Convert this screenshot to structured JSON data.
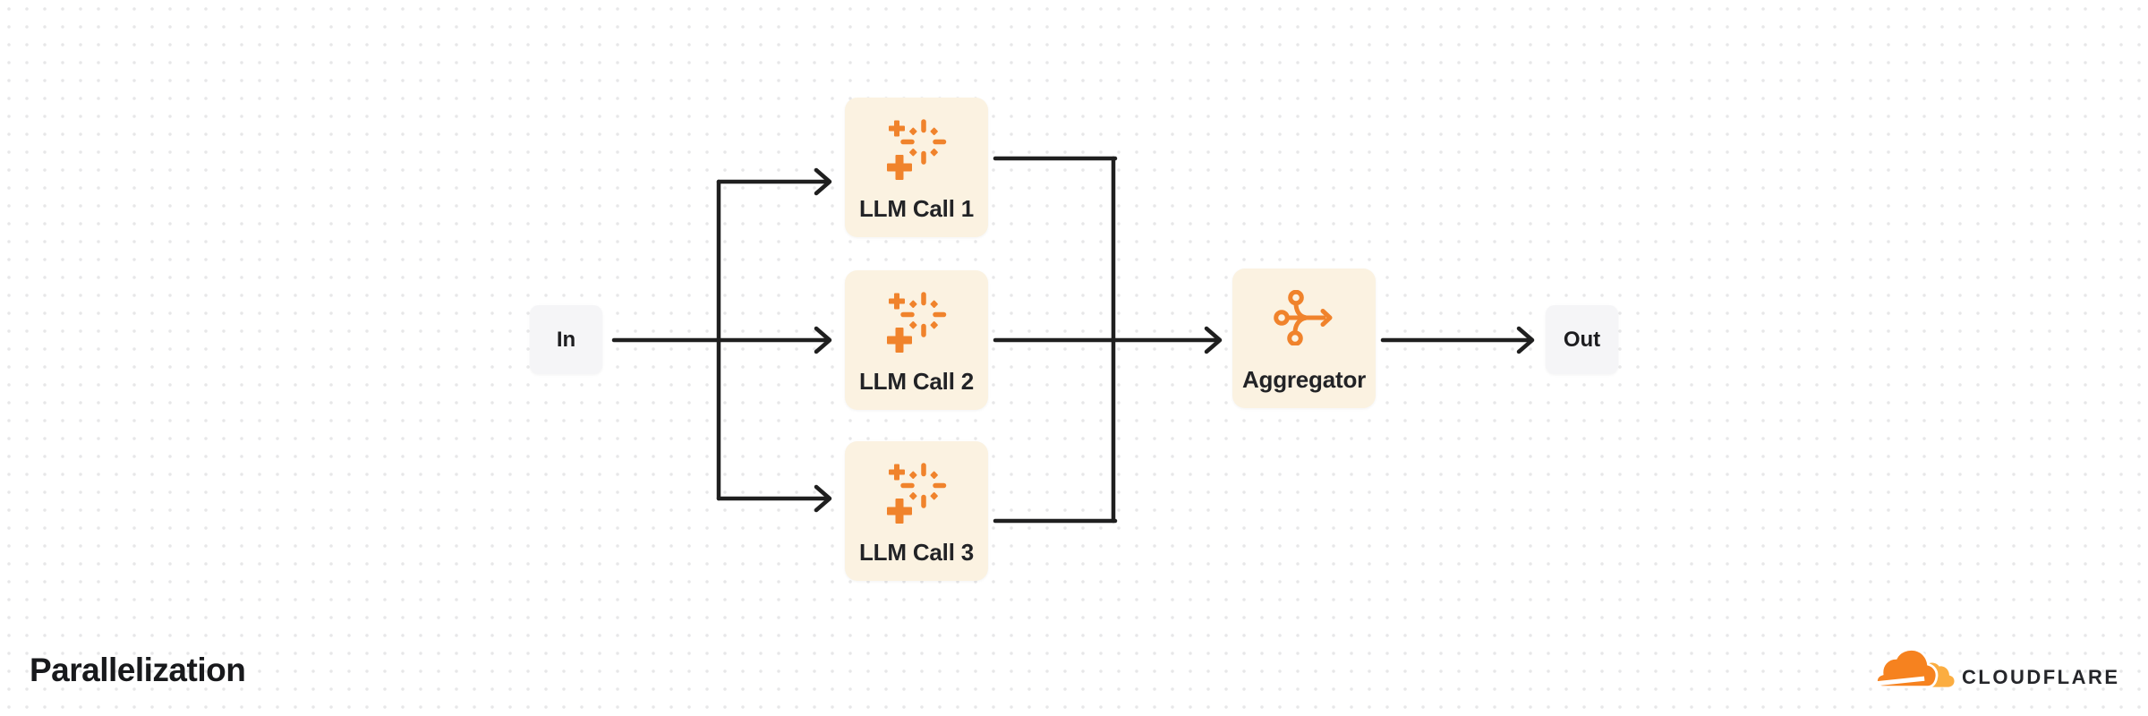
{
  "diagram": {
    "title": "Parallelization",
    "nodes": {
      "in": {
        "label": "In"
      },
      "llm_call_1": {
        "label": "LLM Call 1",
        "icon": "sparkle-icon"
      },
      "llm_call_2": {
        "label": "LLM Call 2",
        "icon": "sparkle-icon"
      },
      "llm_call_3": {
        "label": "LLM Call 3",
        "icon": "sparkle-icon"
      },
      "aggregator": {
        "label": "Aggregator",
        "icon": "aggregate-icon"
      },
      "out": {
        "label": "Out"
      }
    },
    "edges": [
      {
        "from": "in",
        "to": "llm_call_1"
      },
      {
        "from": "in",
        "to": "llm_call_2"
      },
      {
        "from": "in",
        "to": "llm_call_3"
      },
      {
        "from": "llm_call_1",
        "to": "aggregator"
      },
      {
        "from": "llm_call_2",
        "to": "aggregator"
      },
      {
        "from": "llm_call_3",
        "to": "aggregator"
      },
      {
        "from": "aggregator",
        "to": "out"
      }
    ],
    "colors": {
      "node_cream_bg": "#FBF2E1",
      "node_gray_bg": "#F5F5F7",
      "icon_orange": "#F0832C",
      "connector": "#1F1F1F",
      "dot_grid": "#E7E7E8",
      "label_text": "#222326"
    }
  },
  "branding": {
    "wordmark": "CLOUDFLARE",
    "logo_orange": "#F6821F",
    "logo_light_orange": "#FBAD41"
  }
}
